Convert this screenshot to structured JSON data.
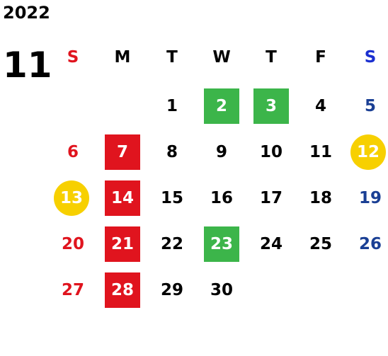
{
  "year": "2022",
  "month": "11",
  "weekdays": [
    "S",
    "M",
    "T",
    "W",
    "T",
    "F",
    "S"
  ],
  "colors": {
    "sunday": "#e0141e",
    "saturday": "#1a3f94",
    "saturday_header": "#1a2fd0",
    "red_highlight": "#e0141e",
    "green_highlight": "#3cb54a",
    "gold_highlight": "#f7d000"
  },
  "weeks": [
    [
      "",
      "",
      "1",
      "2",
      "3",
      "4",
      "5"
    ],
    [
      "6",
      "7",
      "8",
      "9",
      "10",
      "11",
      "12"
    ],
    [
      "13",
      "14",
      "15",
      "16",
      "17",
      "18",
      "19"
    ],
    [
      "20",
      "21",
      "22",
      "23",
      "24",
      "25",
      "26"
    ],
    [
      "27",
      "28",
      "29",
      "30",
      "",
      "",
      ""
    ]
  ]
}
